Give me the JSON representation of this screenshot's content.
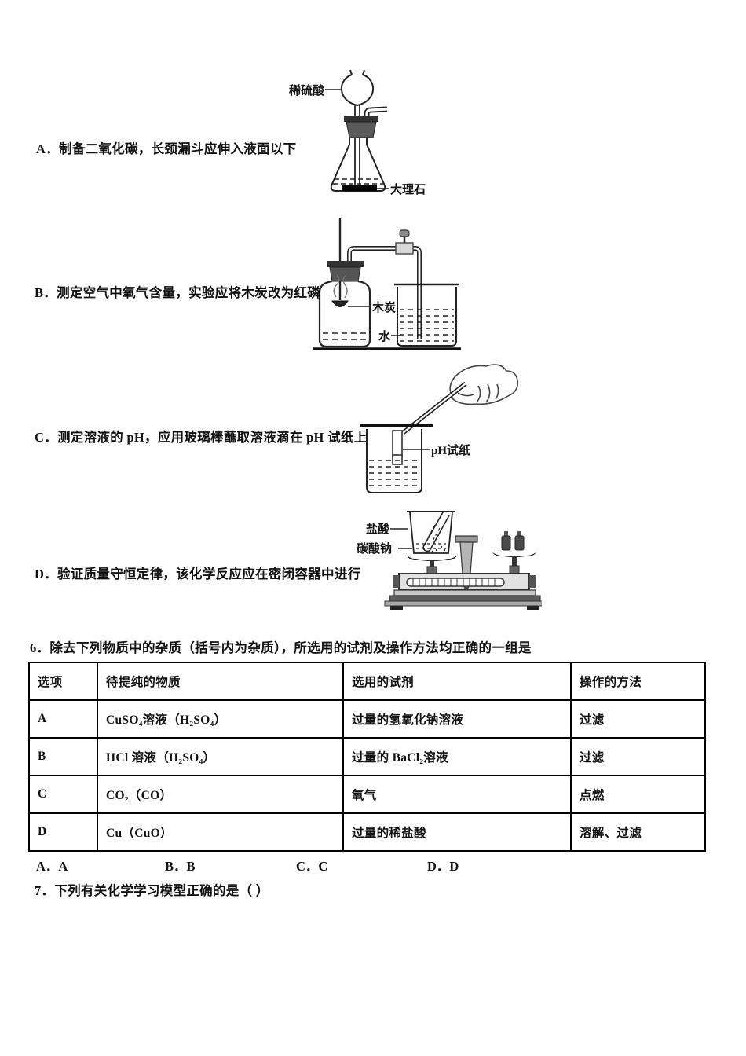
{
  "sections": {
    "a": {
      "text": "A．制备二氧化碳，长颈漏斗应伸入液面以下"
    },
    "b": {
      "text": "B．测定空气中氧气含量，实验应将木炭改为红磷"
    },
    "c": {
      "text": "C．测定溶液的 pH，应用玻璃棒蘸取溶液滴在 pH 试纸上"
    },
    "d": {
      "text": "D．验证质量守恒定律，该化学反应应在密闭容器中进行"
    }
  },
  "diagramA": {
    "funnel_label": "稀硫酸",
    "marble_label": "大理石"
  },
  "diagramB": {
    "charcoal_label": "木炭",
    "water_label": "水"
  },
  "diagramC": {
    "ph_paper_label": "pH试纸"
  },
  "diagramD": {
    "acid_label": "盐酸",
    "carbonate_label": "碳酸钠"
  },
  "question6": {
    "stem": "6．除去下列物质中的杂质（括号内为杂质），所选用的试剂及操作方法均正确的一组是",
    "table": {
      "headers": [
        "选项",
        "待提纯的物质",
        "选用的试剂",
        "操作的方法"
      ],
      "rows": [
        [
          "A",
          "CuSO₄溶液（H₂SO₄）",
          "过量的氢氧化钠溶液",
          "过滤"
        ],
        [
          "B",
          "HCl 溶液（H₂SO₄）",
          "过量的 BaCl₂溶液",
          "过滤"
        ],
        [
          "C",
          "CO₂（CO）",
          "氧气",
          "点燃"
        ],
        [
          "D",
          "Cu（CuO）",
          "过量的稀盐酸",
          "溶解、过滤"
        ]
      ]
    },
    "choices": [
      "A．A",
      "B．B",
      "C．C",
      "D．D"
    ]
  },
  "question7": {
    "stem": "7．下列有关化学学习模型正确的是（ ）"
  }
}
